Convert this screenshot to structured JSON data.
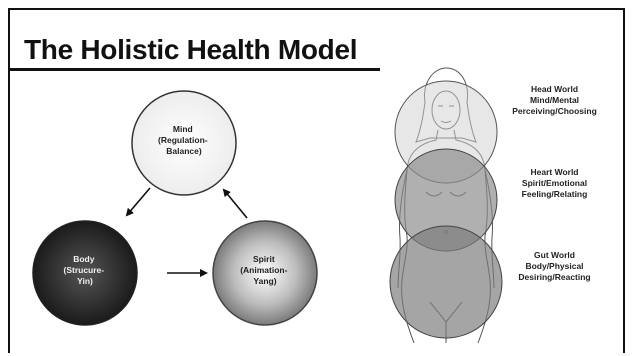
{
  "title": "The Holistic Health Model",
  "triangle": {
    "mind": [
      "Mind",
      "(Regulation-",
      "Balance)"
    ],
    "body": [
      "Body",
      "(Strucure-",
      "Yin)"
    ],
    "spirit": [
      "Spirit",
      "(Animation-",
      "Yang)"
    ]
  },
  "worlds": [
    {
      "name": "Head World",
      "aspect": "Mind/Mental",
      "action": "Perceiving/Choosing"
    },
    {
      "name": "Heart World",
      "aspect": "Spirit/Emotional",
      "action": "Feeling/Relating"
    },
    {
      "name": "Gut World",
      "aspect": "Body/Physical",
      "action": "Desiring/Reacting"
    }
  ],
  "colors": {
    "body_center": "#555555",
    "body_edge": "#151515",
    "spirit_center": "#ffffff",
    "spirit_edge": "#6a6a6a",
    "mind_center": "#ffffff",
    "mind_edge": "#e9e9e9",
    "head_world": "#cfcfcf",
    "heart_world": "#8a8a8a",
    "gut_world": "#7a7a7a"
  }
}
